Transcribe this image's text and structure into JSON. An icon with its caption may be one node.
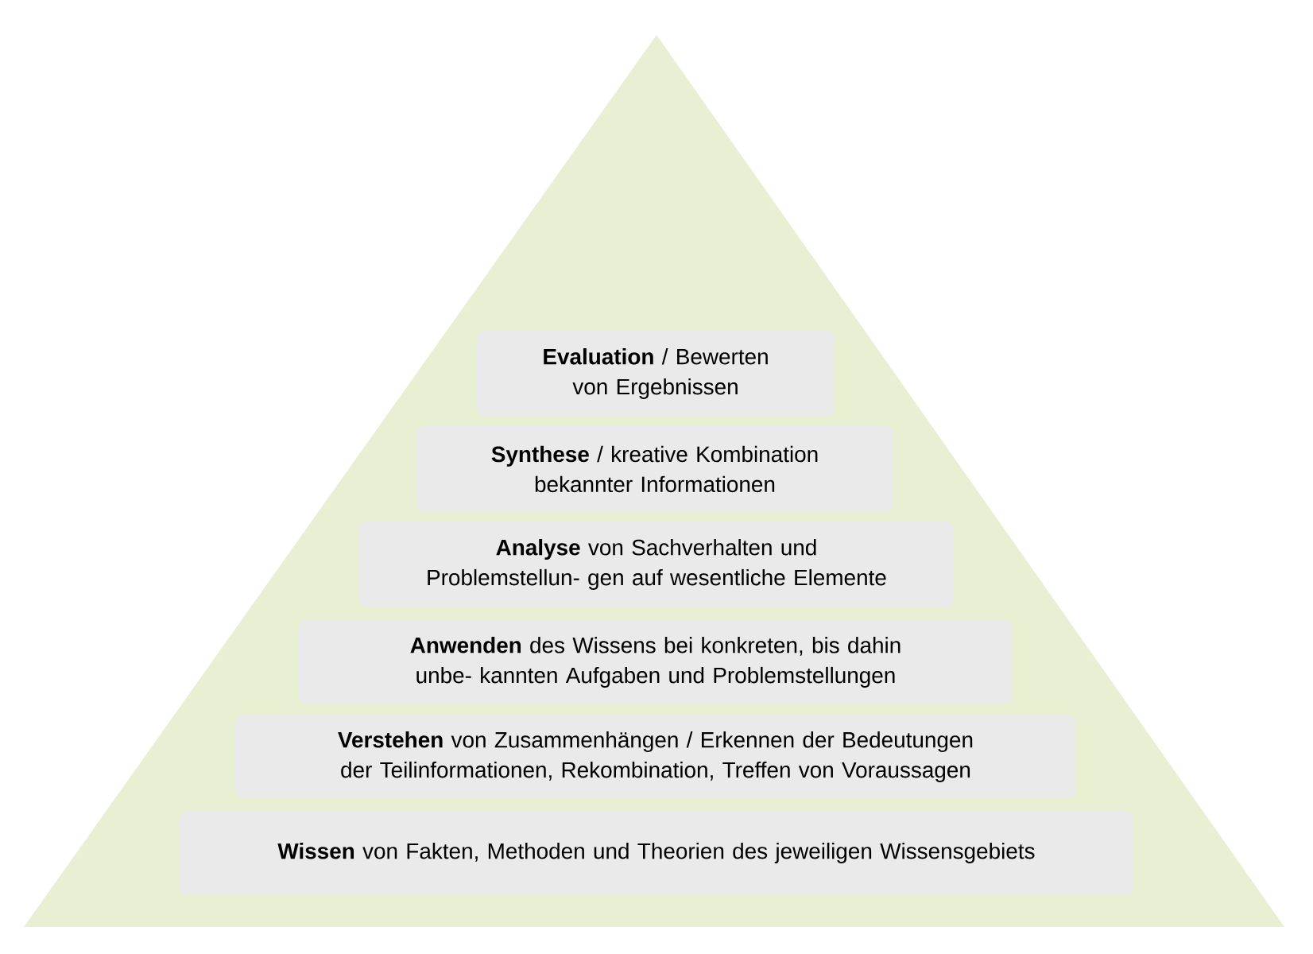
{
  "diagram": {
    "nodes": [
      {
        "text": [
          "**Evaluation** / Bewerten von Ergebnissen"
        ]
      },
      {
        "text": [
          "**Synthese** / kreative Kombination bekannter Informationen"
        ]
      },
      {
        "text": [
          "**Analyse** von Sachverhalten und Problemstellun- gen auf wesentliche Elemente"
        ]
      },
      {
        "text": [
          "**Anwenden** des Wissens bei konkreten, bis dahin unbe- kannten Aufgaben und Problemstellungen"
        ]
      },
      {
        "text": [
          "**Verstehen** von Zusammenhängen / Erkennen der Bedeutungen der Teilinformationen, Rekombination, Treffen von Voraussagen"
        ]
      },
      {
        "text": [
          "**Wissen** von Fakten, Methoden und Theorien des jeweiligen Wissensgebiets"
        ]
      }
    ],
    "edges": []
  }
}
